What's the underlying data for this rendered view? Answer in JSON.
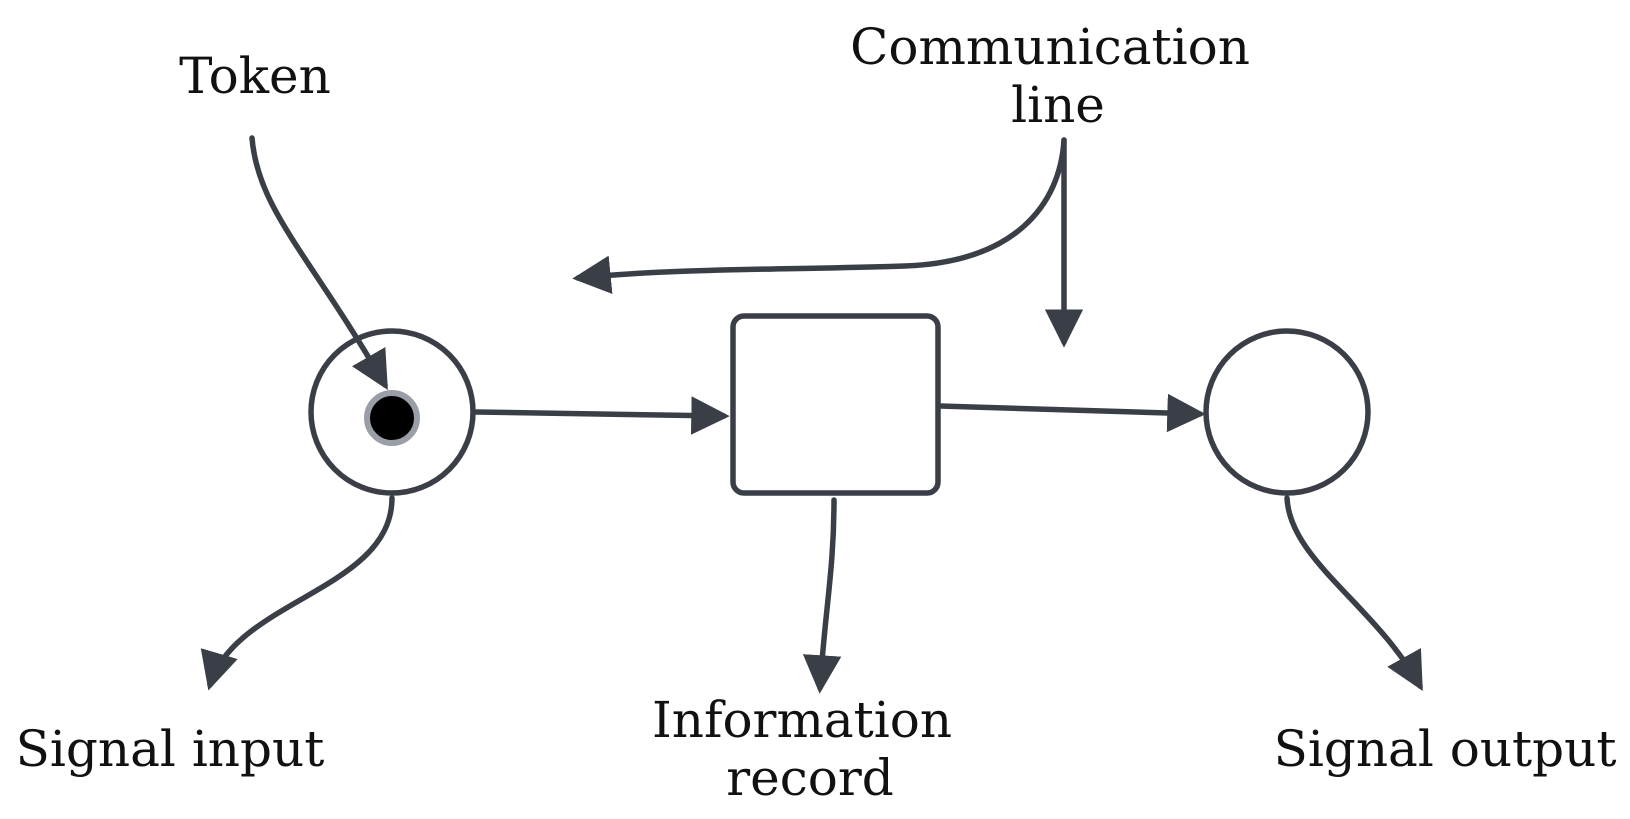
{
  "labels": {
    "token": "Token",
    "communication_line_1": "Communication",
    "communication_line_2": "line",
    "signal_input": "Signal input",
    "information_record_1": "Information",
    "information_record_2": "record",
    "signal_output": "Signal output"
  },
  "colors": {
    "stroke": "#3a3f47",
    "token_fill": "#000000",
    "token_ring": "#9a9ea6",
    "text": "#111111",
    "background": "#ffffff"
  }
}
